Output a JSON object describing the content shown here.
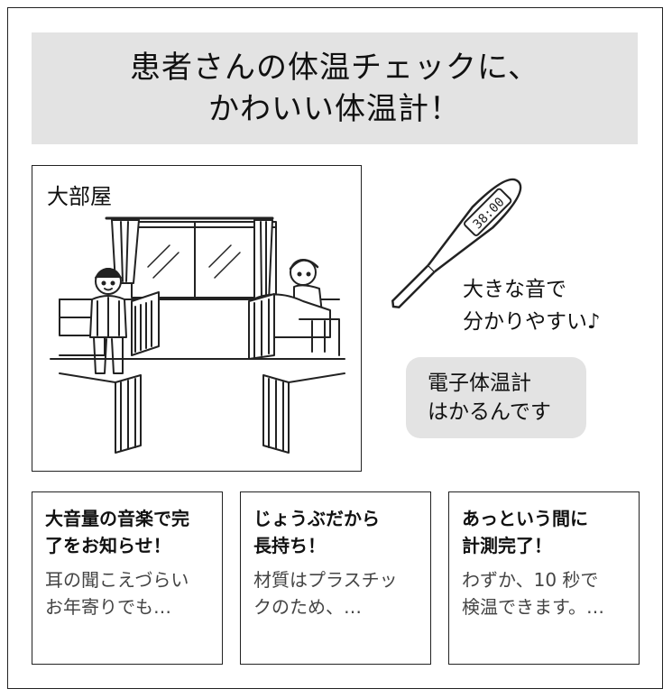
{
  "headline": {
    "line1": "患者さんの体温チェックに、",
    "line2": "かわいい体温計！"
  },
  "scene": {
    "label": "大部屋"
  },
  "thermometer": {
    "display": "38:00",
    "caption_line1": "大きな音で",
    "caption_line2": "分かりやすい♪"
  },
  "speech": {
    "line1": "電子体温計",
    "line2": "はかるんです"
  },
  "cards": [
    {
      "title1": "大音量の音楽で完",
      "title2": "了をお知らせ！",
      "body1": "耳の聞こえづらい",
      "body2": "お年寄りでも…"
    },
    {
      "title1": "じょうぶだから",
      "title2": "長持ち！",
      "body1": "材質はプラスチッ",
      "body2": "クのため、…"
    },
    {
      "title1": "あっという間に",
      "title2": "計測完了！",
      "body1": "わずか、10 秒で",
      "body2": "検温できます。…"
    }
  ]
}
